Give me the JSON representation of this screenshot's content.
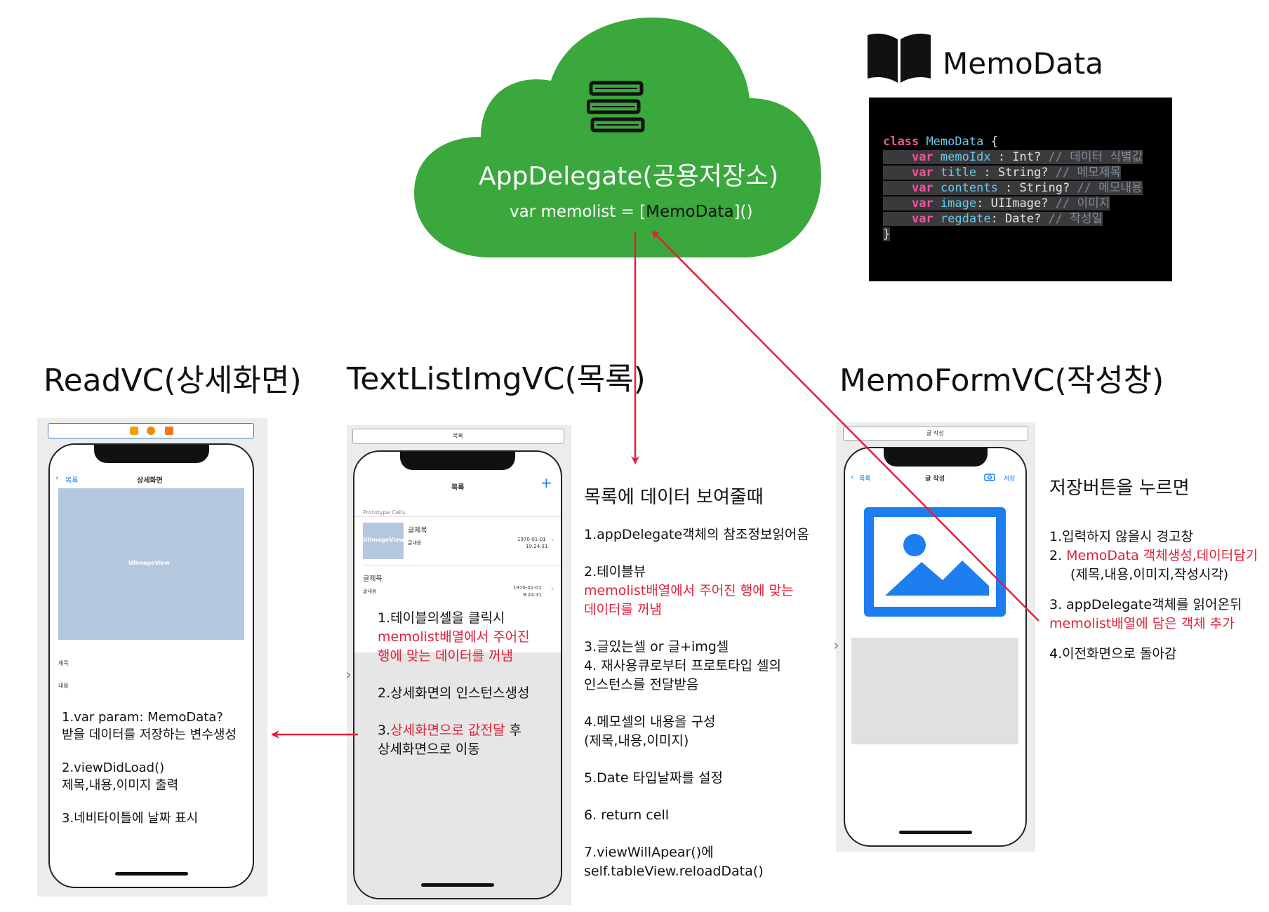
{
  "cloud": {
    "title": "AppDelegate(공용저장소)",
    "var_prefix": "var memolist = [",
    "var_type": "MemoData",
    "var_suffix": "]()"
  },
  "memodata": {
    "title": "MemoData",
    "code": {
      "line1_kw": "class",
      "line1_name": "MemoData",
      "line1_brace": "{",
      "fields": [
        {
          "kw": "var",
          "name": "memoIdx",
          "sep": " : ",
          "type": "Int?",
          "comment": "// 데이터 식별값"
        },
        {
          "kw": "var",
          "name": "title",
          "sep": " : ",
          "type": "String?",
          "comment": "// 메모제목"
        },
        {
          "kw": "var",
          "name": "contents",
          "sep": " : ",
          "type": "String?",
          "comment": "// 메모내용"
        },
        {
          "kw": "var",
          "name": "image",
          "sep": ": ",
          "type": "UIImage?",
          "comment": "// 이미지"
        },
        {
          "kw": "var",
          "name": "regdate",
          "sep": ": ",
          "type": "Date?",
          "comment": "// 작성일"
        }
      ],
      "close": "}"
    }
  },
  "sections": {
    "read": "ReadVC(상세화면)",
    "list": "TextListImgVC(목록)",
    "form": "MemoFormVC(작성창)"
  },
  "read_phone": {
    "back": "목록",
    "title": "상세화면",
    "image_label": "UIImageView",
    "field_title": "제목",
    "field_contents": "내용",
    "notes": {
      "n1a": "1.var param:  MemoData?",
      "n1b": "받을 데이터를 저장하는 변수생성",
      "n2a": "2.viewDidLoad()",
      "n2b": "제목,내용,이미지 출력",
      "n3": "3.네비타이틀에 날짜 표시"
    }
  },
  "list_phone": {
    "topbar": "목록",
    "title": "목록",
    "plus": "+",
    "prototype": "Prototype Cells",
    "cell1": {
      "image": "UIImageView",
      "title": "글제목",
      "contents": "글내용",
      "date": "1970-01-01",
      "time": "19:24:31"
    },
    "cell2": {
      "title": "글제목",
      "contents": "글내용",
      "date": "1970-01-01",
      "time": "9:24:31"
    },
    "notes": {
      "n1a": "1.테이블의셀을 클릭시",
      "n1b": "memolist배열에서 주어진",
      "n1c": "행에 맞는 데이터를 꺼냄",
      "n2": "2.상세화면의 인스턴스생성",
      "n3_num": "3.",
      "n3_red": "상세화면으로 값전달",
      "n3_rest": " 후",
      "n3b": "상세화면으로 이동"
    }
  },
  "list_notes": {
    "header": "목록에 데이터 보여줄때",
    "s1": "1.appDelegate객체의 참조정보읽어옴",
    "s2": "2.테이블뷰",
    "s2_red_a": "memolist배열에서 주어진 행에 맞는",
    "s2_red_b": "데이터를 꺼냄",
    "s3": "3.글있는셀 or 글+img셀",
    "s4a": "4. 재사용큐로부터 프로토타입 셀의",
    "s4b": "인스턴스를 전달받음",
    "s5a": "4.메모셀의 내용을 구성",
    "s5b": "(제목,내용,이미지)",
    "s6": "5.Date 타입날짜를 설정",
    "s7": "6. return cell",
    "s8a": "7.viewWillApear()에",
    "s8b": "self.tableView.reloadData()"
  },
  "form_phone": {
    "topbar": "글 작성",
    "back": "목록",
    "title": "글 작성",
    "save": "저장"
  },
  "form_notes": {
    "header": "저장버튼을 누르면",
    "s1": "1.입력하지 않을시 경고창",
    "s2_num": "2. ",
    "s2_red": "MemoData 객체생성,데이터담기",
    "s2b": "(제목,내용,이미지,작성시각)",
    "s3": "3. appDelegate객체를 읽어온뒤",
    "s3_red": "memolist배열에 담은 객체 추가",
    "s4": "4.이전화면으로 돌아감"
  },
  "colors": {
    "cloud": "#3aa83d",
    "arrow": "#e0213a",
    "image_placeholder": "#b3c8de",
    "photo_icon": "#1e7ef0"
  }
}
